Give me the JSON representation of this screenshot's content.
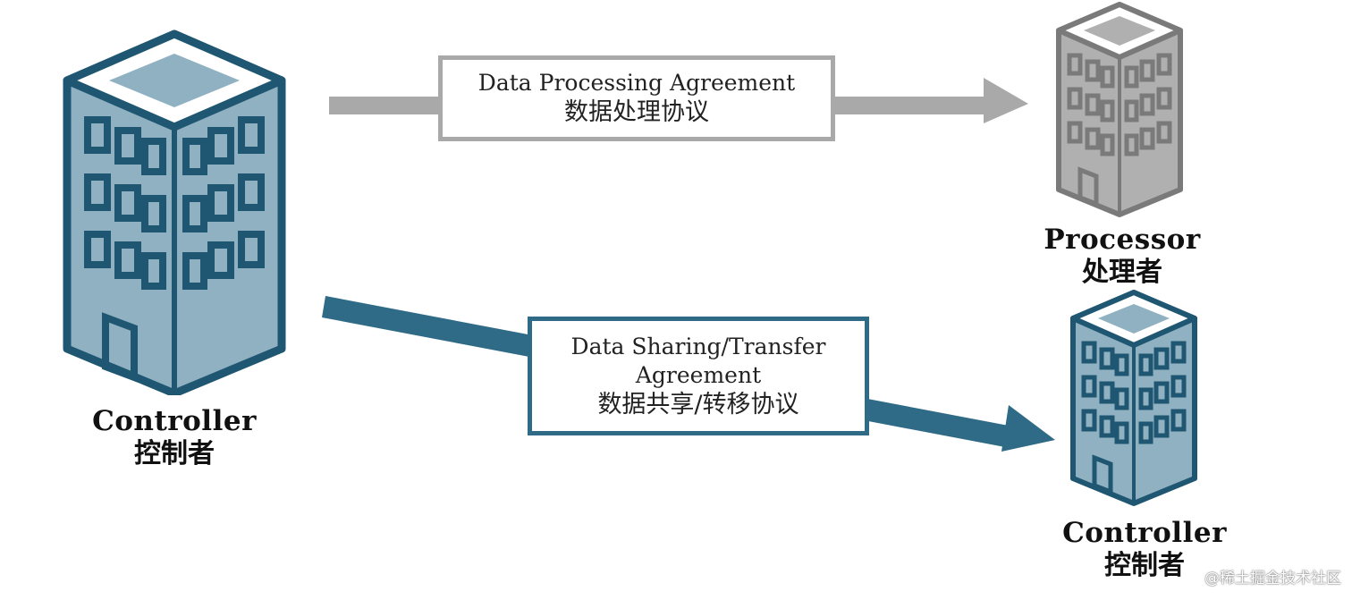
{
  "agreements": {
    "processing": {
      "en": "Data Processing Agreement",
      "zh": "数据处理协议",
      "color": "#a9a9a9"
    },
    "sharing": {
      "en_line1": "Data Sharing/Transfer",
      "en_line2": "Agreement",
      "zh": "数据共享/转移协议",
      "color": "#2f6b86"
    }
  },
  "entities": {
    "controller_left": {
      "en": "Controller",
      "zh": "控制者"
    },
    "processor": {
      "en": "Processor",
      "zh": "处理者"
    },
    "controller_right": {
      "en": "Controller",
      "zh": "控制者"
    }
  },
  "watermark": "@稀土掘金技术社区",
  "colors": {
    "building_fill": "#8fb1c1",
    "building_stroke": "#1f5671",
    "building_roof": "#ffffff",
    "processor_fill": "#b0b0b0",
    "processor_stroke": "#7a7a7a"
  },
  "icons": [
    "office-building-icon"
  ]
}
